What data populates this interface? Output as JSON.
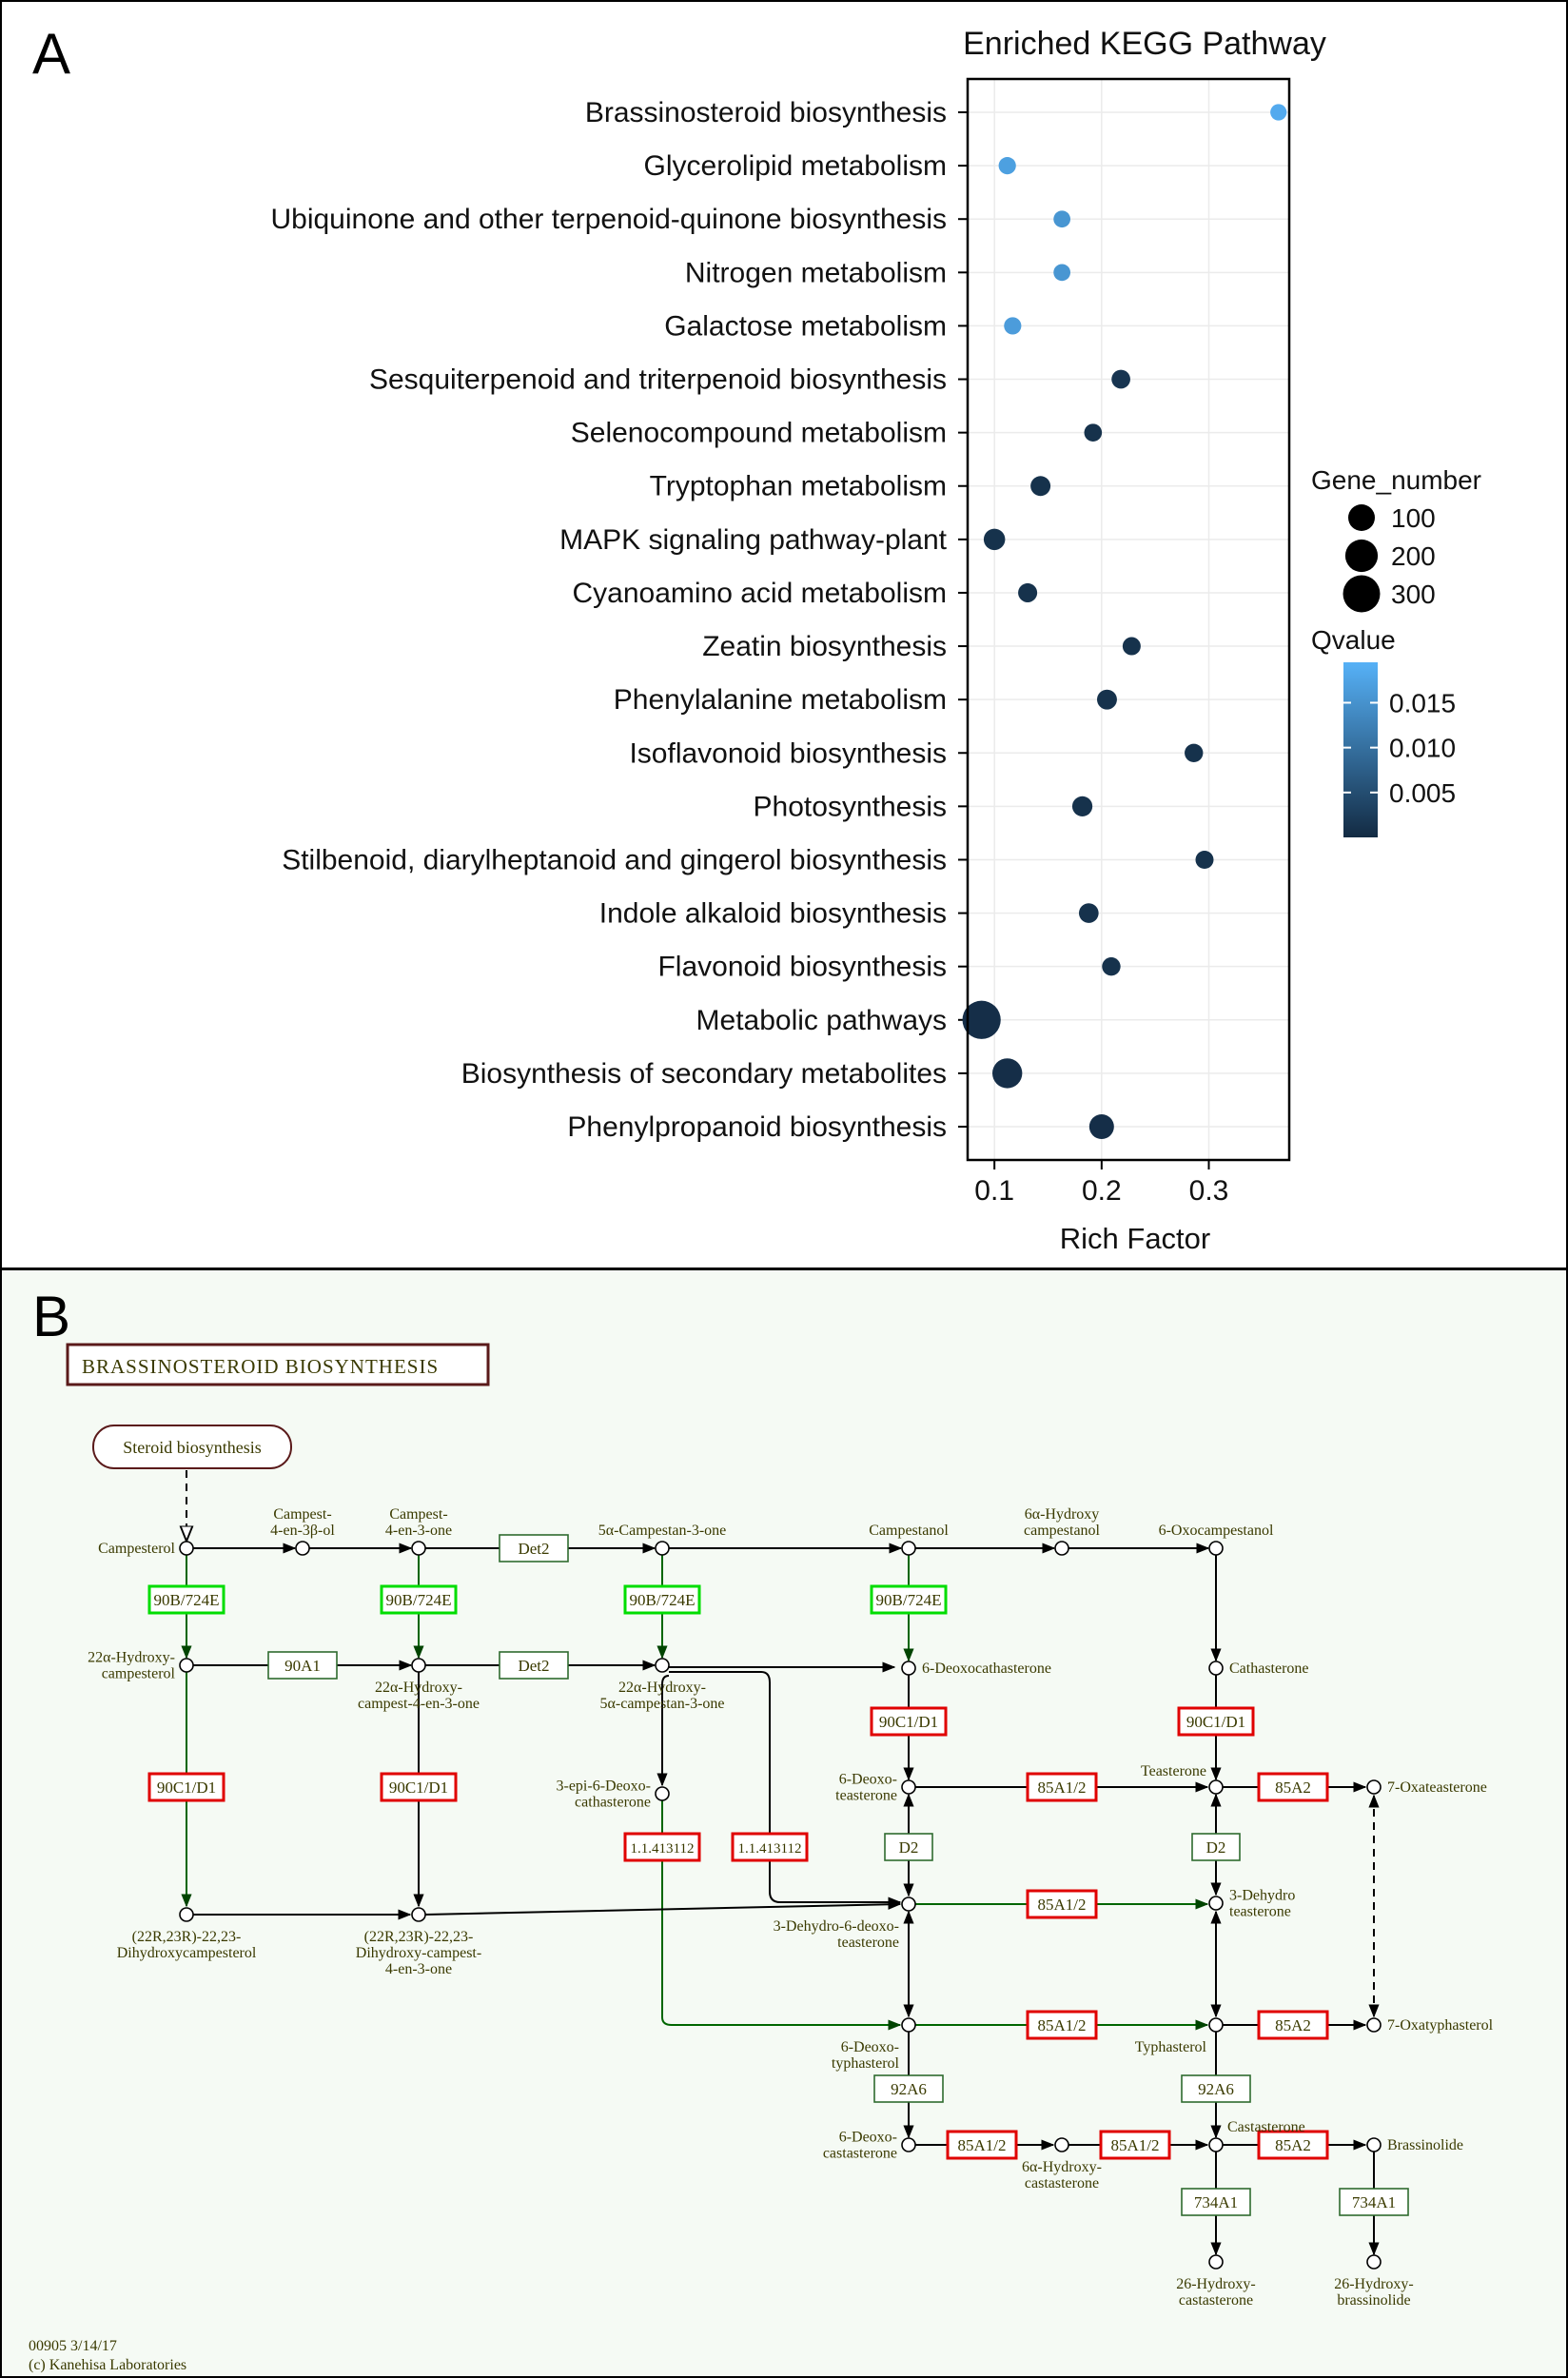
{
  "panel_a": {
    "letter": "A",
    "chart_data": {
      "type": "scatter",
      "title": "Enriched KEGG Pathway",
      "xlabel": "Rich Factor",
      "ylabel": "",
      "xlim": [
        0.075,
        0.375
      ],
      "xticks": [
        0.1,
        0.2,
        0.3
      ],
      "xtick_labels": [
        "0.1",
        "0.2",
        "0.3"
      ],
      "grid": true,
      "legend_position": "right",
      "categories": [
        "Brassinosteroid biosynthesis",
        "Glycerolipid metabolism",
        "Ubiquinone and other terpenoid-quinone biosynthesis",
        "Nitrogen metabolism",
        "Galactose metabolism",
        "Sesquiterpenoid and triterpenoid  biosynthesis",
        "Selenocompound metabolism",
        "Tryptophan metabolism",
        "MAPK signaling pathway-plant",
        "Cyanoamino acid metabolism",
        "Zeatin biosynthesis",
        "Phenylalanine metabolism",
        "Isoflavonoid biosynthesis",
        "Photosynthesis",
        "Stilbenoid, diarylheptanoid and gingerol biosynthesis",
        "Indole alkaloid biosynthesis",
        "Flavonoid biosynthesis",
        "Metabolic  pathways",
        "Biosynthesis  of secondary metabolites",
        "Phenylpropanoid biosynthesis"
      ],
      "rich_factor": [
        0.365,
        0.112,
        0.163,
        0.163,
        0.117,
        0.218,
        0.192,
        0.143,
        0.1,
        0.131,
        0.228,
        0.205,
        0.286,
        0.182,
        0.296,
        0.188,
        0.209,
        0.088,
        0.112,
        0.2
      ],
      "gene_number": [
        8,
        12,
        10,
        10,
        12,
        20,
        14,
        28,
        40,
        22,
        16,
        28,
        18,
        30,
        16,
        26,
        18,
        330,
        150,
        75
      ],
      "qvalue": [
        0.0185,
        0.017,
        0.0155,
        0.0155,
        0.0165,
        0.0015,
        0.001,
        0.001,
        0.001,
        0.001,
        0.001,
        0.001,
        0.001,
        0.001,
        0.001,
        0.001,
        0.001,
        0.0005,
        0.0005,
        0.0005
      ],
      "size_legend": {
        "title": "Gene_number",
        "values": [
          100,
          200,
          300
        ],
        "labels": [
          "100",
          "200",
          "300"
        ]
      },
      "color_legend": {
        "title": "Qvalue",
        "ticks": [
          0.015,
          0.01,
          0.005
        ],
        "tick_labels": [
          "0.015",
          "0.010",
          "0.005"
        ],
        "low_color": "#132B43",
        "high_color": "#56B1F7",
        "range": [
          0,
          0.0195
        ]
      }
    }
  },
  "panel_b": {
    "letter": "B",
    "map_title": "BRASSINOSTEROID  BIOSYNTHESIS",
    "link_label": "Steroid biosynthesis",
    "footer_id": "00905 3/14/17",
    "footer_copyright": "(c) Kanehisa Laboratories",
    "colors": {
      "background": "#f5faf4",
      "line": "#000000",
      "green_line": "#006600",
      "text": "#3a3a00",
      "red_box": "#e00000",
      "green_box": "#00dd00",
      "plain_box": "#2f6b2f"
    },
    "compounds": [
      {
        "id": "campesterol",
        "label": "Campesterol"
      },
      {
        "id": "c4en3bol",
        "label": "Campest-\n4-en-3β-ol"
      },
      {
        "id": "c4en3one",
        "label": "Campest-\n4-en-3-one"
      },
      {
        "id": "c5acamp3one",
        "label": "5α-Campestan-3-one"
      },
      {
        "id": "campestanol",
        "label": "Campestanol"
      },
      {
        "id": "hydroxycampestanol",
        "label": "6α-Hydroxy\ncampestanol"
      },
      {
        "id": "oxocampestanol",
        "label": "6-Oxocampestanol"
      },
      {
        "id": "hydroxycampesterol",
        "label": "22α-Hydroxy-\ncampesterol"
      },
      {
        "id": "hydroxycampest4en3one",
        "label": "22α-Hydroxy-\ncampest-4-en-3-one"
      },
      {
        "id": "hydroxy5acampestan3one",
        "label": "22α-Hydroxy-\n5α-campestan-3-one"
      },
      {
        "id": "deoxocathasterone",
        "label": "6-Deoxocathasterone"
      },
      {
        "id": "cathasterone",
        "label": "Cathasterone"
      },
      {
        "id": "epideoxocathasterone",
        "label": "3-epi-6-Deoxo-\ncathasterone"
      },
      {
        "id": "deoxoteasterone",
        "label": "6-Deoxo-\nteasterone"
      },
      {
        "id": "teasterone",
        "label": "Teasterone"
      },
      {
        "id": "oxateasterone",
        "label": "7-Oxateasterone"
      },
      {
        "id": "dihydroxycampesterol",
        "label": "(22R,23R)-22,23-\nDihydroxycampesterol"
      },
      {
        "id": "dihydroxycampest4en3one",
        "label": "(22R,23R)-22,23-\nDihydroxy-campest-\n4-en-3-one"
      },
      {
        "id": "dehydrodeoxoteasterone",
        "label": "3-Dehydro-6-deoxo-\nteasterone"
      },
      {
        "id": "dehydroteasterone",
        "label": "3-Dehydro\nteasterone"
      },
      {
        "id": "deoxotyphasterol",
        "label": "6-Deoxo-\ntyphasterol"
      },
      {
        "id": "typhasterol",
        "label": "Typhasterol"
      },
      {
        "id": "oxatyphasterol",
        "label": "7-Oxatyphasterol"
      },
      {
        "id": "deoxocastasterone",
        "label": "6-Deoxo-\ncastasterone"
      },
      {
        "id": "hydroxycastasterone",
        "label": "6α-Hydroxy-\ncastasterone"
      },
      {
        "id": "castasterone",
        "label": "Castasterone"
      },
      {
        "id": "brassinolide",
        "label": "Brassinolide"
      },
      {
        "id": "hydroxycastasterone26",
        "label": "26-Hydroxy-\ncastasterone"
      },
      {
        "id": "hydroxybrassinolide26",
        "label": "26-Hydroxy-\nbrassinolide"
      }
    ],
    "enzymes": [
      {
        "id": "e1",
        "label": "90B/724E",
        "style": "green"
      },
      {
        "id": "e2",
        "label": "90B/724E",
        "style": "green"
      },
      {
        "id": "e3",
        "label": "90B/724E",
        "style": "green"
      },
      {
        "id": "e4",
        "label": "90B/724E",
        "style": "green"
      },
      {
        "id": "e5",
        "label": "Det2",
        "style": "plain"
      },
      {
        "id": "e6",
        "label": "90A1",
        "style": "plain"
      },
      {
        "id": "e7",
        "label": "Det2",
        "style": "plain"
      },
      {
        "id": "e8",
        "label": "90C1/D1",
        "style": "red"
      },
      {
        "id": "e9",
        "label": "90C1/D1",
        "style": "red"
      },
      {
        "id": "e10",
        "label": "90C1/D1",
        "style": "red"
      },
      {
        "id": "e11",
        "label": "90C1/D1",
        "style": "red"
      },
      {
        "id": "e12",
        "label": "1.1.413112",
        "style": "red"
      },
      {
        "id": "e13",
        "label": "1.1.413112",
        "style": "red"
      },
      {
        "id": "e14",
        "label": "85A1/2",
        "style": "red"
      },
      {
        "id": "e15",
        "label": "85A2",
        "style": "red"
      },
      {
        "id": "e16",
        "label": "D2",
        "style": "plain"
      },
      {
        "id": "e17",
        "label": "D2",
        "style": "plain"
      },
      {
        "id": "e18",
        "label": "85A1/2",
        "style": "red"
      },
      {
        "id": "e19",
        "label": "85A1/2",
        "style": "red"
      },
      {
        "id": "e20",
        "label": "85A2",
        "style": "red"
      },
      {
        "id": "e21",
        "label": "92A6",
        "style": "plain"
      },
      {
        "id": "e22",
        "label": "92A6",
        "style": "plain"
      },
      {
        "id": "e23",
        "label": "85A1/2",
        "style": "red"
      },
      {
        "id": "e24",
        "label": "85A1/2",
        "style": "red"
      },
      {
        "id": "e25",
        "label": "85A2",
        "style": "red"
      },
      {
        "id": "e26",
        "label": "734A1",
        "style": "plain"
      },
      {
        "id": "e27",
        "label": "734A1",
        "style": "plain"
      }
    ]
  }
}
